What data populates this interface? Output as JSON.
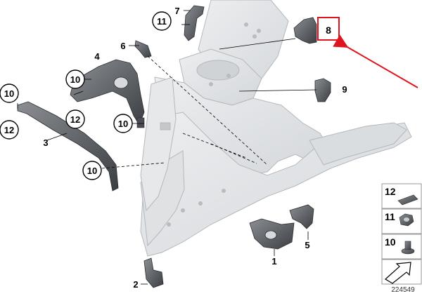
{
  "diagram": {
    "callouts": {
      "c11_top": "11",
      "c7": "7",
      "c8": "8",
      "c6": "6",
      "c4": "4",
      "c10_upper_left": "10",
      "c12_upper": "12",
      "c10_left": "10",
      "c12_left": "12",
      "c3": "3",
      "c10_mid": "10",
      "c9": "9",
      "c10_lower": "10",
      "c5": "5",
      "c1": "1",
      "c2": "2"
    },
    "legend": {
      "item_12": "12",
      "item_11": "11",
      "item_10": "10"
    },
    "doc_number": "224549",
    "colors": {
      "body_fill": "#e2e4e6",
      "body_stroke": "#b5b8bb",
      "part_fill": "#5a5d61",
      "highlight_box": "#e0141e",
      "arrow": "#e0141e"
    }
  }
}
